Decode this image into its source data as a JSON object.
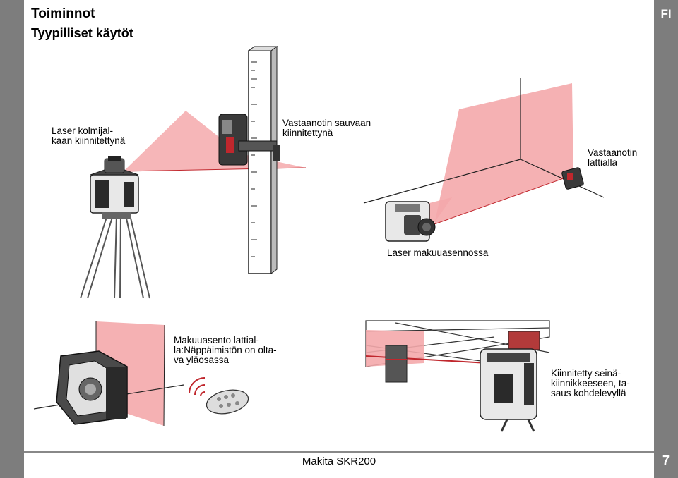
{
  "header": {
    "title": "Toiminnot",
    "subtitle": "Tyypilliset käytöt",
    "language_badge": "FI"
  },
  "illustrations": {
    "tripod_laser": {
      "caption": [
        "Laser kolmijal-",
        "kaan kiinnitettynä"
      ]
    },
    "receiver_on_rod": {
      "caption": [
        "Vastaanotin sauvaan",
        "kiinnitettynä"
      ]
    },
    "receiver_on_floor": {
      "caption": [
        "Vastaanotin",
        "lattialla"
      ]
    },
    "laser_horizontal": {
      "caption": [
        "Laser makuuasennossa"
      ]
    },
    "laser_lying_floor": {
      "caption": [
        "Makuuasento lattial-",
        "la:Näppäimistön on olta-",
        "va yläosassa"
      ]
    },
    "wall_mount": {
      "caption": [
        "Kiinnitetty seinä-",
        "kiinnikkeeseen, ta-",
        "saus kohdelevyllä"
      ]
    }
  },
  "footer": {
    "text": "Makita SKR200",
    "page_number": "7"
  },
  "colors": {
    "side_bar": "#7d7d7d",
    "laser_plane": "#f4a9ab",
    "laser_accent": "#c0272d",
    "device_dark": "#3a3a3a"
  }
}
